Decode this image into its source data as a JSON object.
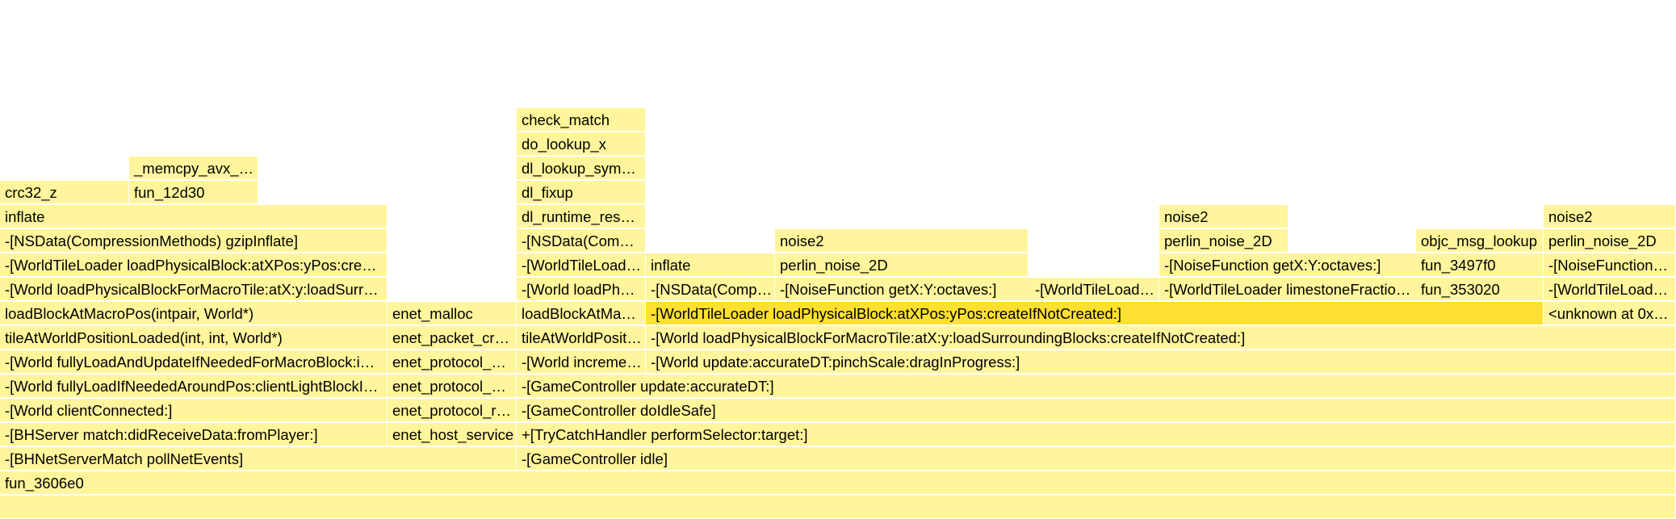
{
  "flamegraph": {
    "colors": {
      "frame": "#fff59c",
      "highlight": "#fde030",
      "background": "#ffffff"
    },
    "rows": [
      [
        {
          "label": ""
        }
      ],
      [
        {
          "label": "fun_3606e0"
        }
      ],
      [
        {
          "label": "-[BHNetServerMatch pollNetEvents]"
        },
        {
          "label": "-[GameController idle]"
        }
      ],
      [
        {
          "label": "-[BHServer match:didReceiveData:fromPlayer:]"
        },
        {
          "label": "enet_host_service"
        },
        {
          "label": "+[TryCatchHandler performSelector:target:]"
        }
      ],
      [
        {
          "label": "-[World clientConnected:]"
        },
        {
          "label": "enet_protocol_r…"
        },
        {
          "label": "-[GameController doIdleSafe]"
        }
      ],
      [
        {
          "label": "-[World fullyLoadIfNeededAroundPos:clientLightBlockI…"
        },
        {
          "label": "enet_protocol_…"
        },
        {
          "label": "-[GameController update:accurateDT:]"
        }
      ],
      [
        {
          "label": "-[World fullyLoadAndUpdateIfNeededForMacroBlock:i…"
        },
        {
          "label": "enet_protocol_…"
        },
        {
          "label": "-[World increme…"
        },
        {
          "label": "-[World update:accurateDT:pinchScale:dragInProgress:]"
        }
      ],
      [
        {
          "label": "tileAtWorldPositionLoaded(int, int, World*)"
        },
        {
          "label": "enet_packet_cr…"
        },
        {
          "label": "tileAtWorldPosit…"
        },
        {
          "label": "-[World loadPhysicalBlockForMacroTile:atX:y:loadSurroundingBlocks:createIfNotCreated:]"
        }
      ],
      [
        {
          "label": "loadBlockAtMacroPos(intpair, World*)"
        },
        {
          "label": "enet_malloc"
        },
        {
          "label": "loadBlockAtMa…"
        },
        {
          "label": "-[WorldTileLoader loadPhysicalBlock:atXPos:yPos:createIfNotCreated:]"
        },
        {
          "label": "<unknown at 0x…"
        }
      ],
      [
        {
          "label": "-[World loadPhysicalBlockForMacroTile:atX:y:loadSurr…"
        },
        {
          "label": "-[World loadPh…"
        },
        {
          "label": "-[NSData(Comp…"
        },
        {
          "label": "-[NoiseFunction getX:Y:octaves:]"
        },
        {
          "label": "-[WorldTileLoad…"
        },
        {
          "label": "-[WorldTileLoader limestoneFractio…"
        },
        {
          "label": "fun_353020"
        },
        {
          "label": "-[WorldTileLoad…"
        }
      ],
      [
        {
          "label": "-[WorldTileLoader loadPhysicalBlock:atXPos:yPos:cre…"
        },
        {
          "label": "-[WorldTileLoad…"
        },
        {
          "label": "inflate"
        },
        {
          "label": "perlin_noise_2D"
        },
        {
          "label": "-[NoiseFunction getX:Y:octaves:]"
        },
        {
          "label": "fun_3497f0"
        },
        {
          "label": "-[NoiseFunction…"
        }
      ],
      [
        {
          "label": "-[NSData(CompressionMethods) gzipInflate]"
        },
        {
          "label": "-[NSData(Com…"
        },
        {
          "label": "noise2"
        },
        {
          "label": "perlin_noise_2D"
        },
        {
          "label": "objc_msg_lookup"
        },
        {
          "label": "perlin_noise_2D"
        }
      ],
      [
        {
          "label": "inflate"
        },
        {
          "label": "dl_runtime_res…"
        },
        {
          "label": "noise2"
        },
        {
          "label": "noise2"
        }
      ],
      [
        {
          "label": "crc32_z"
        },
        {
          "label": "fun_12d30"
        },
        {
          "label": "dl_fixup"
        }
      ],
      [
        {
          "label": "_memcpy_avx_…"
        },
        {
          "label": "dl_lookup_sym…"
        }
      ],
      [
        {
          "label": "do_lookup_x"
        }
      ],
      [
        {
          "label": "check_match"
        }
      ]
    ]
  }
}
